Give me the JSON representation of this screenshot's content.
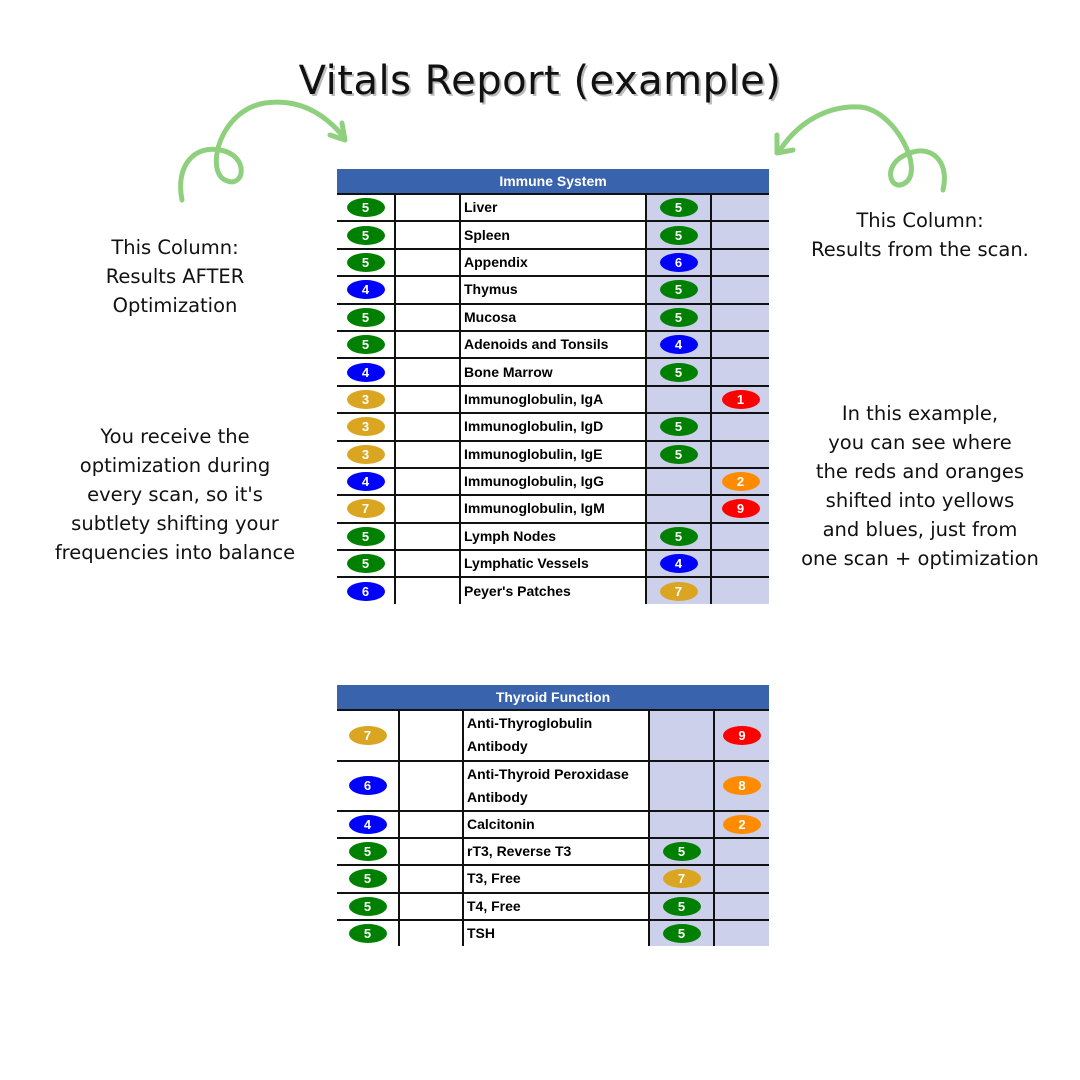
{
  "title": "Vitals Report (example)",
  "notes": {
    "left_top": [
      "This Column:",
      "Results AFTER",
      "Optimization"
    ],
    "right_top": [
      "This Column:",
      "Results from the scan."
    ],
    "left_bottom": [
      "You receive the",
      "optimization during",
      "every scan, so it's",
      "subtlety shifting your",
      "frequencies into balance"
    ],
    "right_bottom": [
      "In this example,",
      "you can see where",
      "the reds and oranges",
      "shifted into yellows",
      "and blues, just from",
      "one scan + optimization"
    ]
  },
  "colors": {
    "green": "#008000",
    "blue": "#0000ff",
    "yellow": "#daa520",
    "red": "#ff0000",
    "orange": "#ff8c00",
    "header": "#3a63ad",
    "lavender": "#cdd0ea",
    "arrow": "#8fd07f"
  },
  "tables": [
    {
      "id": "immune",
      "title": "Immune System",
      "rows": [
        {
          "after": "5",
          "after_color": "green",
          "name": "Liver",
          "scan": "5",
          "scan_color": "green",
          "scan_col": 4
        },
        {
          "after": "5",
          "after_color": "green",
          "name": "Spleen",
          "scan": "5",
          "scan_color": "green",
          "scan_col": 4
        },
        {
          "after": "5",
          "after_color": "green",
          "name": "Appendix",
          "scan": "6",
          "scan_color": "blue",
          "scan_col": 4
        },
        {
          "after": "4",
          "after_color": "blue",
          "name": "Thymus",
          "scan": "5",
          "scan_color": "green",
          "scan_col": 4
        },
        {
          "after": "5",
          "after_color": "green",
          "name": "Mucosa",
          "scan": "5",
          "scan_color": "green",
          "scan_col": 4
        },
        {
          "after": "5",
          "after_color": "green",
          "name": "Adenoids and Tonsils",
          "scan": "4",
          "scan_color": "blue",
          "scan_col": 4
        },
        {
          "after": "4",
          "after_color": "blue",
          "name": "Bone Marrow",
          "scan": "5",
          "scan_color": "green",
          "scan_col": 4
        },
        {
          "after": "3",
          "after_color": "yellow",
          "name": "Immunoglobulin, IgA",
          "scan": "1",
          "scan_color": "red",
          "scan_col": 5
        },
        {
          "after": "3",
          "after_color": "yellow",
          "name": "Immunoglobulin, IgD",
          "scan": "5",
          "scan_color": "green",
          "scan_col": 4
        },
        {
          "after": "3",
          "after_color": "yellow",
          "name": "Immunoglobulin, IgE",
          "scan": "5",
          "scan_color": "green",
          "scan_col": 4
        },
        {
          "after": "4",
          "after_color": "blue",
          "name": "Immunoglobulin, IgG",
          "scan": "2",
          "scan_color": "orange",
          "scan_col": 5
        },
        {
          "after": "7",
          "after_color": "yellow",
          "name": "Immunoglobulin, IgM",
          "scan": "9",
          "scan_color": "red",
          "scan_col": 5
        },
        {
          "after": "5",
          "after_color": "green",
          "name": "Lymph Nodes",
          "scan": "5",
          "scan_color": "green",
          "scan_col": 4
        },
        {
          "after": "5",
          "after_color": "green",
          "name": "Lymphatic Vessels",
          "scan": "4",
          "scan_color": "blue",
          "scan_col": 4
        },
        {
          "after": "6",
          "after_color": "blue",
          "name": "Peyer's Patches",
          "scan": "7",
          "scan_color": "yellow",
          "scan_col": 4
        }
      ]
    },
    {
      "id": "thyroid",
      "title": "Thyroid Function",
      "rows": [
        {
          "after": "7",
          "after_color": "yellow",
          "name": "Anti-Thyroglobulin Antibody",
          "scan": "9",
          "scan_color": "red",
          "scan_col": 5,
          "tall": true
        },
        {
          "after": "6",
          "after_color": "blue",
          "name": "Anti-Thyroid Peroxidase Antibody",
          "scan": "8",
          "scan_color": "orange",
          "scan_col": 5,
          "tall": true
        },
        {
          "after": "4",
          "after_color": "blue",
          "name": "Calcitonin",
          "scan": "2",
          "scan_color": "orange",
          "scan_col": 5
        },
        {
          "after": "5",
          "after_color": "green",
          "name": "rT3, Reverse T3",
          "scan": "5",
          "scan_color": "green",
          "scan_col": 4
        },
        {
          "after": "5",
          "after_color": "green",
          "name": "T3, Free",
          "scan": "7",
          "scan_color": "yellow",
          "scan_col": 4
        },
        {
          "after": "5",
          "after_color": "green",
          "name": "T4, Free",
          "scan": "5",
          "scan_color": "green",
          "scan_col": 4
        },
        {
          "after": "5",
          "after_color": "green",
          "name": "TSH",
          "scan": "5",
          "scan_color": "green",
          "scan_col": 4
        }
      ]
    }
  ]
}
